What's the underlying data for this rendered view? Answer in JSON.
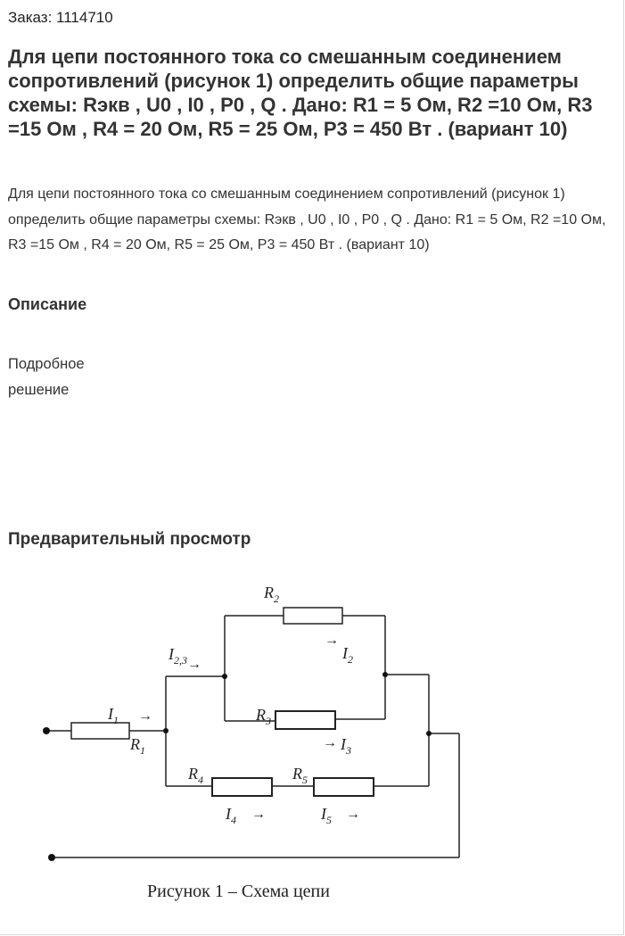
{
  "order": {
    "label": "Заказ: 1114710"
  },
  "title": "Для цепи постоянного тока со смешанным соединением сопротивлений (рисунок 1) определить общие параметры схемы: Rэкв , U0 , I0 , P0 , Q . Дано: R1 = 5 Ом, R2 =10 Ом, R3 =15 Ом , R4 = 20 Ом, R5 = 25 Ом, P3 = 450 Вт . (вариант 10)",
  "description_text": "Для цепи постоянного тока со смешанным соединением сопротивлений (рисунок 1) определить общие параметры схемы: Rэкв , U0 , I0 , P0 , Q . Дано: R1 = 5 Ом, R2 =10 Ом, R3 =15 Ом , R4 = 20 Ом, R5 = 25 Ом, P3 = 450 Вт . (вариант 10)",
  "section_description": "Описание",
  "detail_text": "Подробное решение",
  "section_preview": "Предварительный просмотр",
  "figure": {
    "caption": "Рисунок 1 – Схема цепи",
    "labels": {
      "R1": "R1",
      "R2": "R2",
      "R3": "R3",
      "R4": "R4",
      "R5": "R5",
      "I1": "I1",
      "I2": "I2",
      "I3": "I3",
      "I4": "I4",
      "I5": "I5",
      "I23": "I2,3",
      "arrow": "→"
    }
  }
}
